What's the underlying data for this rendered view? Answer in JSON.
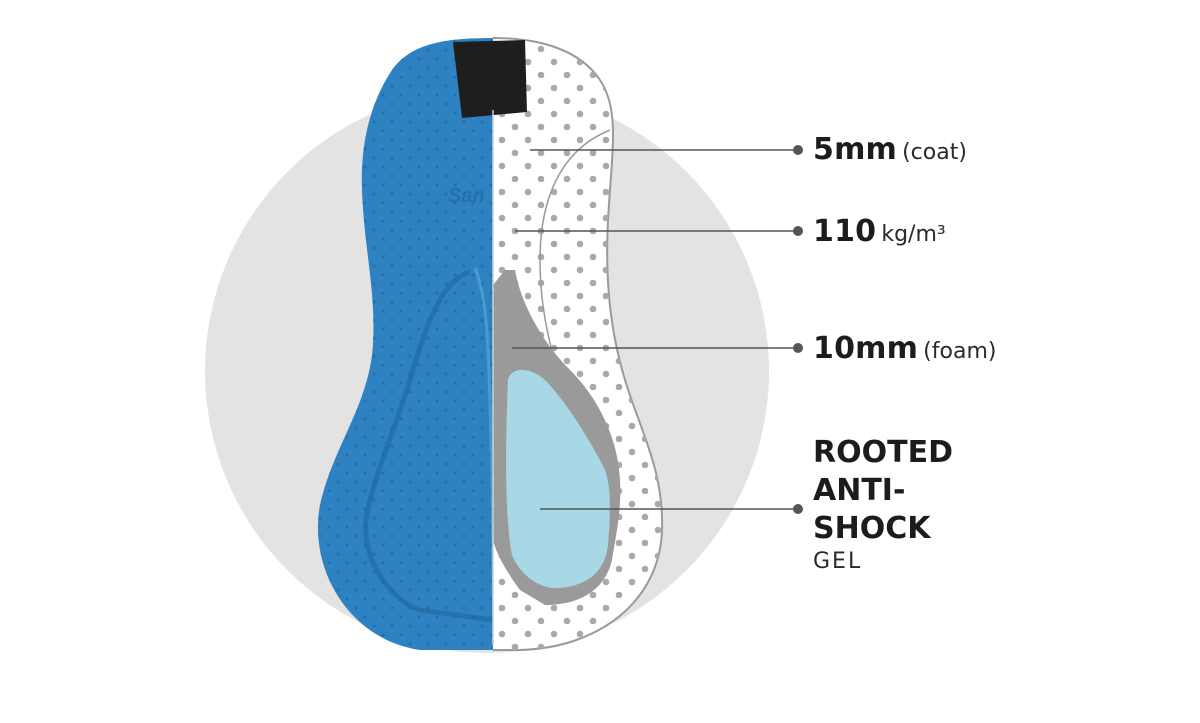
{
  "callouts": [
    {
      "id": "coat",
      "value": "5mm",
      "unit": "(coat)"
    },
    {
      "id": "density",
      "value": "110",
      "unit": "kg/m³"
    },
    {
      "id": "foam",
      "value": "10mm",
      "unit": "(foam)"
    }
  ],
  "gel": {
    "title_lines": [
      "ROOTED",
      "ANTI-",
      "SHOCK"
    ],
    "subtitle": "GEL"
  },
  "colors": {
    "background_circle": "#e3e3e3",
    "pad_blue": "#2f82c2",
    "foam_gray": "#9a9a9a",
    "gel_blue": "#a8d8e6",
    "tab_black": "#1e1e1e",
    "dot_gray": "#a9a9a9",
    "leader_line": "#555555"
  }
}
